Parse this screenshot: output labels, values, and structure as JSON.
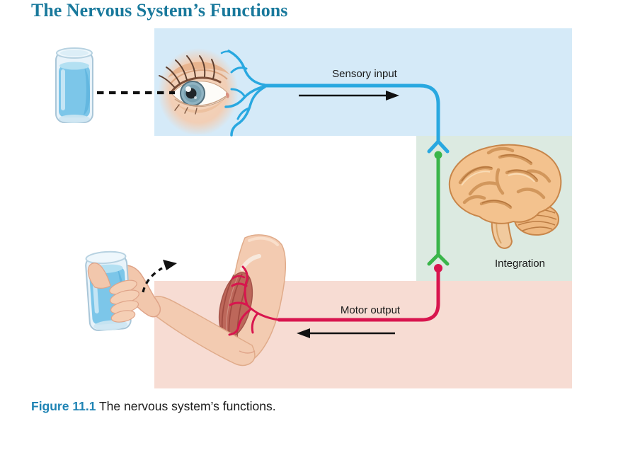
{
  "title": "The Nervous System’s Functions",
  "labels": {
    "sensory": "Sensory input",
    "integration": "Integration",
    "motor": "Motor output"
  },
  "caption": {
    "label": "Figure 11.1",
    "text": " The nervous system’s functions."
  },
  "icons": [
    "water-glass-icon",
    "eye-icon",
    "nerve-endings-icon",
    "brain-icon",
    "arm-holding-glass-icon",
    "right-arrow-icon",
    "left-arrow-icon",
    "dashed-gaze-line",
    "dashed-motion-arrow-icon"
  ],
  "colors": {
    "title": "#19799c",
    "caption_label": "#1e83b4",
    "text": "#1a1a1a",
    "sensory_line": "#29a8e0",
    "integration_line": "#3ab54a",
    "motor_line": "#d8154e",
    "box_sensory": "#d5eaf8",
    "box_integration": "#dceae1",
    "box_motor": "#f7dcd3"
  }
}
